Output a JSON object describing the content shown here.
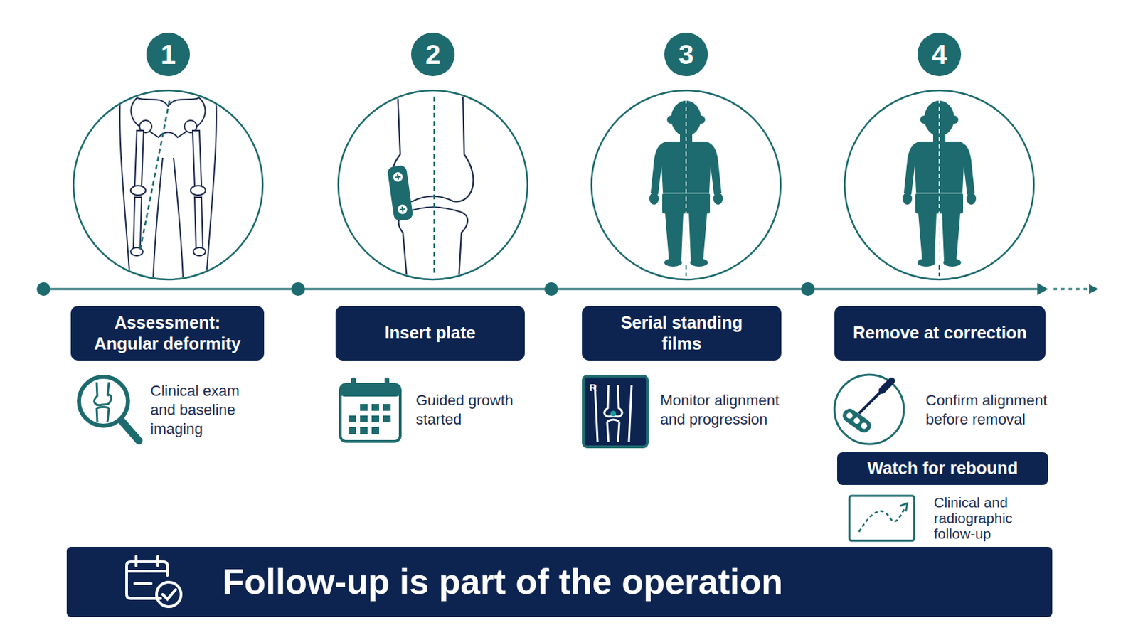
{
  "diagram": {
    "nodes": [
      {
        "text": [
          "1"
        ]
      },
      {
        "text": [
          "2"
        ]
      },
      {
        "text": [
          "3"
        ]
      },
      {
        "text": [
          "4"
        ]
      },
      {
        "text": [
          "Assessment: Angular deformity"
        ]
      },
      {
        "text": [
          "Insert plate"
        ]
      },
      {
        "text": [
          "Serial standing films"
        ]
      },
      {
        "text": [
          "Remove at correction"
        ]
      },
      {
        "text": [
          "Watch for rebound"
        ]
      },
      {
        "text": [
          "Follow-up is part of the operation"
        ]
      }
    ],
    "labels": [
      "Clinical exam and baseline imaging",
      "Guided growth started",
      "R",
      "Monitor alignment and progression",
      "Confirm alignment before removal",
      "Clinical and radiographic follow-up"
    ]
  }
}
